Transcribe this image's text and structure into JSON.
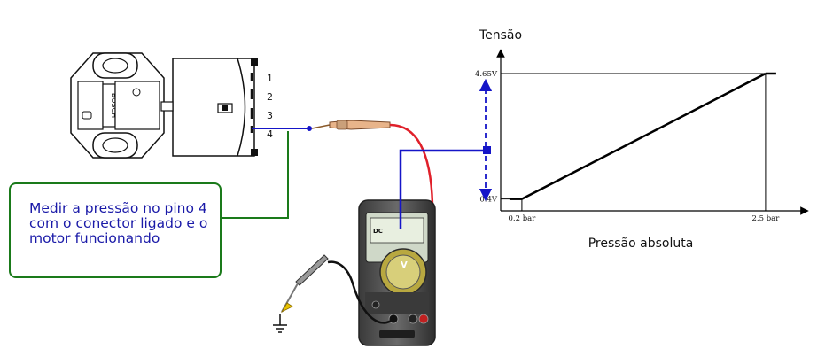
{
  "sensor": {
    "brand": "BOSCH",
    "pins": [
      "1",
      "2",
      "3",
      "4"
    ]
  },
  "note": {
    "text": "Medir a pressão no pino 4 com o conector ligado e o motor funcionando"
  },
  "multimeter": {
    "mode_label": "DC",
    "unit_label": "V"
  },
  "chart_data": {
    "type": "line",
    "ylabel": "Tensão",
    "xlabel": "Pressão absoluta",
    "x_ticks": [
      "0.2 bar",
      "2.5 bar"
    ],
    "y_ticks": [
      "0.4V",
      "4.65V"
    ],
    "series": [
      {
        "x": [
          0.2,
          2.5
        ],
        "y": [
          0.4,
          4.65
        ]
      }
    ]
  },
  "colors": {
    "probe_wire": "#e0202a",
    "signal_wire": "#1515c8",
    "callout": "#1a7a1a",
    "note_text": "#1a1aa8"
  }
}
